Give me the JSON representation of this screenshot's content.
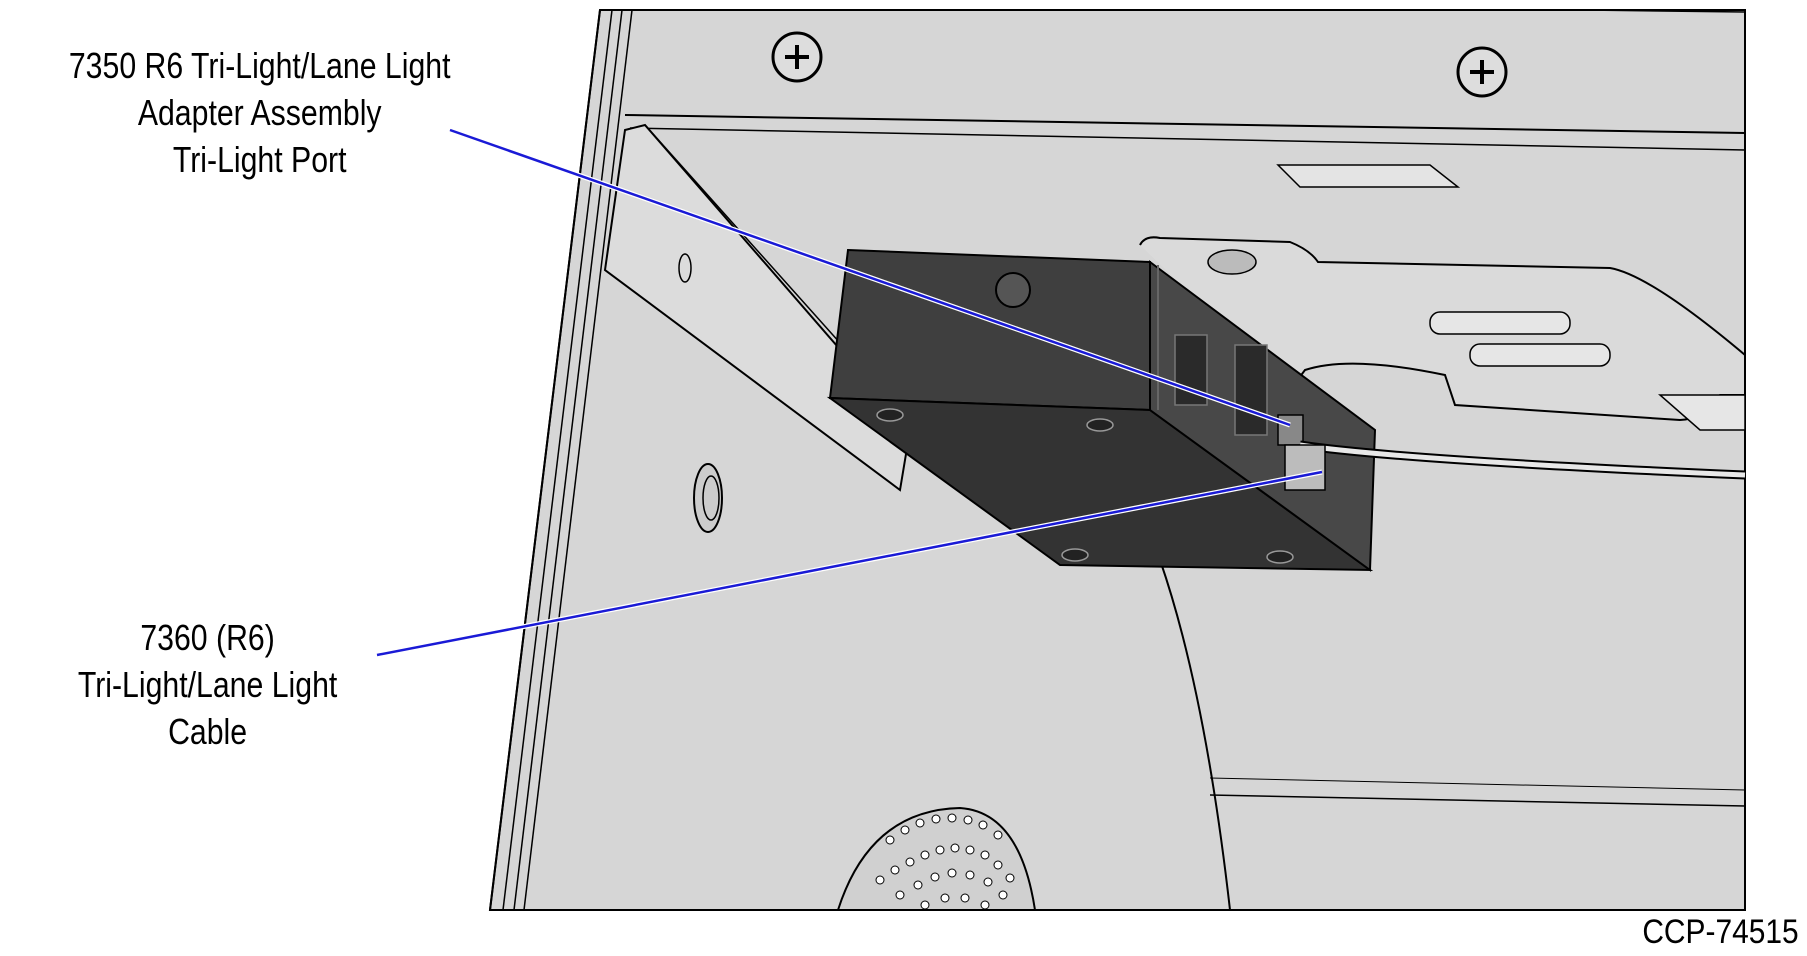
{
  "callouts": {
    "adapter_port": {
      "lines": [
        "7350 R6 Tri-Light/Lane Light",
        "Adapter Assembly",
        "Tri-Light Port"
      ],
      "leader_color": "#1a1ad6"
    },
    "cable": {
      "lines": [
        "7360 (R6)",
        "Tri-Light/Lane Light",
        "Cable"
      ],
      "leader_color": "#1a1ad6"
    }
  },
  "figure_id": "CCP-74515",
  "colors": {
    "panel": "#d6d6d6",
    "adapter_box": "#3a3a3a",
    "line_art": "#000000"
  },
  "icons": [
    "screw-icon",
    "speaker-grille-icon",
    "connector-icon"
  ]
}
